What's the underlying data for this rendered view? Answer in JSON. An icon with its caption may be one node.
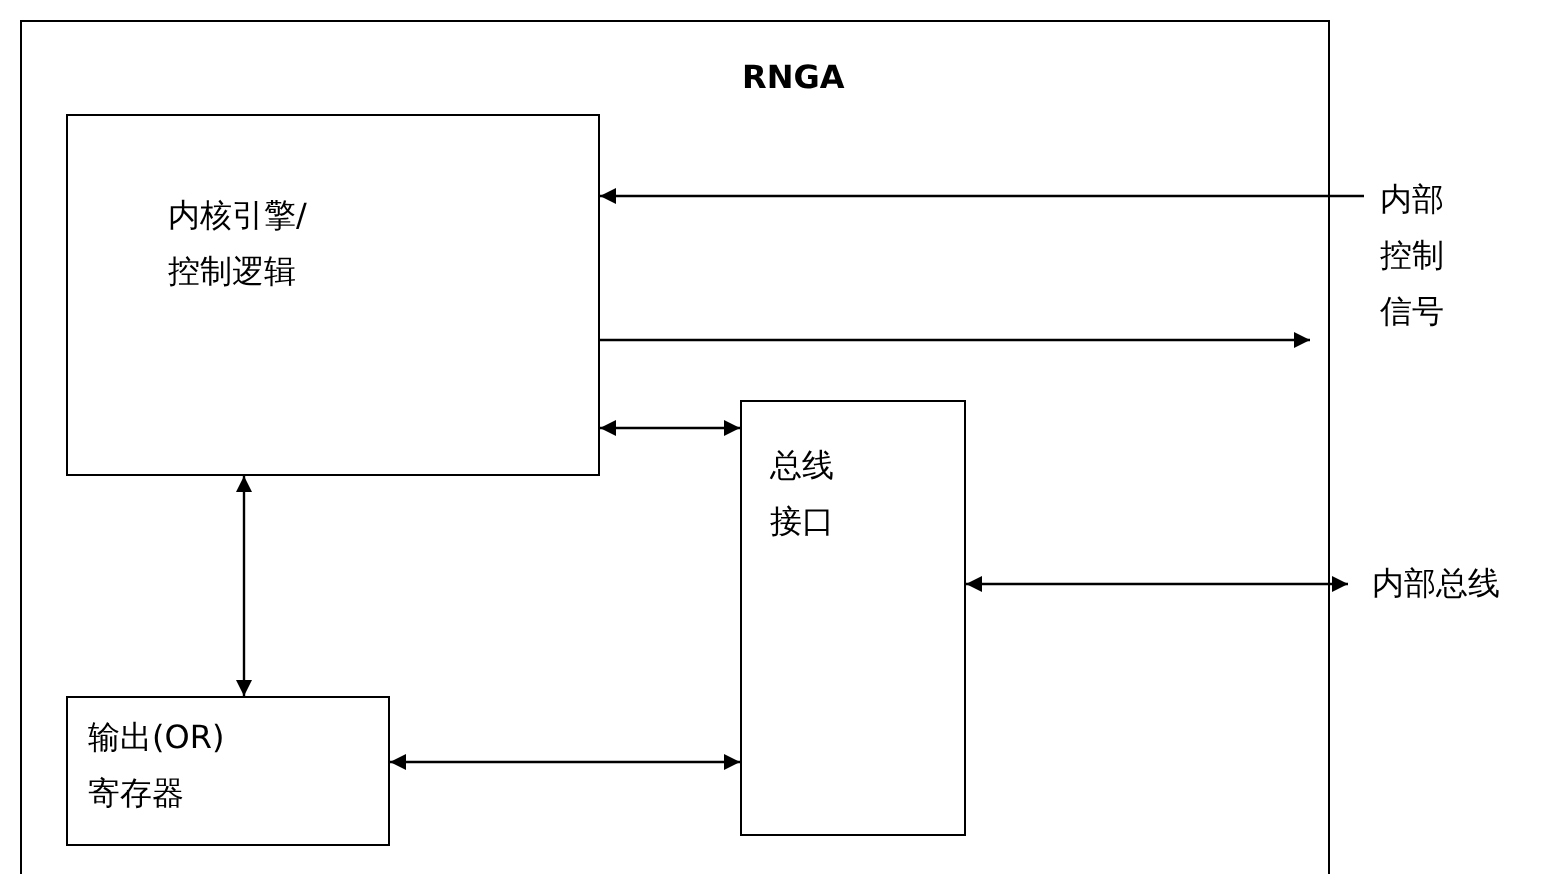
{
  "diagram": {
    "nodes": [
      {
        "text": [
          "RNGA"
        ]
      },
      {
        "text": [
          "内核引擎/控制逻辑"
        ],
        "in": 0
      },
      {
        "text": [
          "总线接口"
        ],
        "in": 0
      },
      {
        "text": [
          "输出(OR)寄存器"
        ],
        "in": 0
      },
      {
        "text": [
          "内部控制信号"
        ]
      },
      {
        "text": [
          "内部总线"
        ]
      }
    ],
    "edges": [
      {
        "from": 4,
        "to": 1,
        "arrow": "to"
      },
      {
        "from": 1,
        "to": 4,
        "arrow": "to"
      },
      {
        "from": 1,
        "to": 2,
        "arrow": "both"
      },
      {
        "from": 1,
        "to": 3,
        "arrow": "both"
      },
      {
        "from": 3,
        "to": 2,
        "arrow": "both"
      },
      {
        "from": 2,
        "to": 5,
        "arrow": "both"
      }
    ]
  }
}
